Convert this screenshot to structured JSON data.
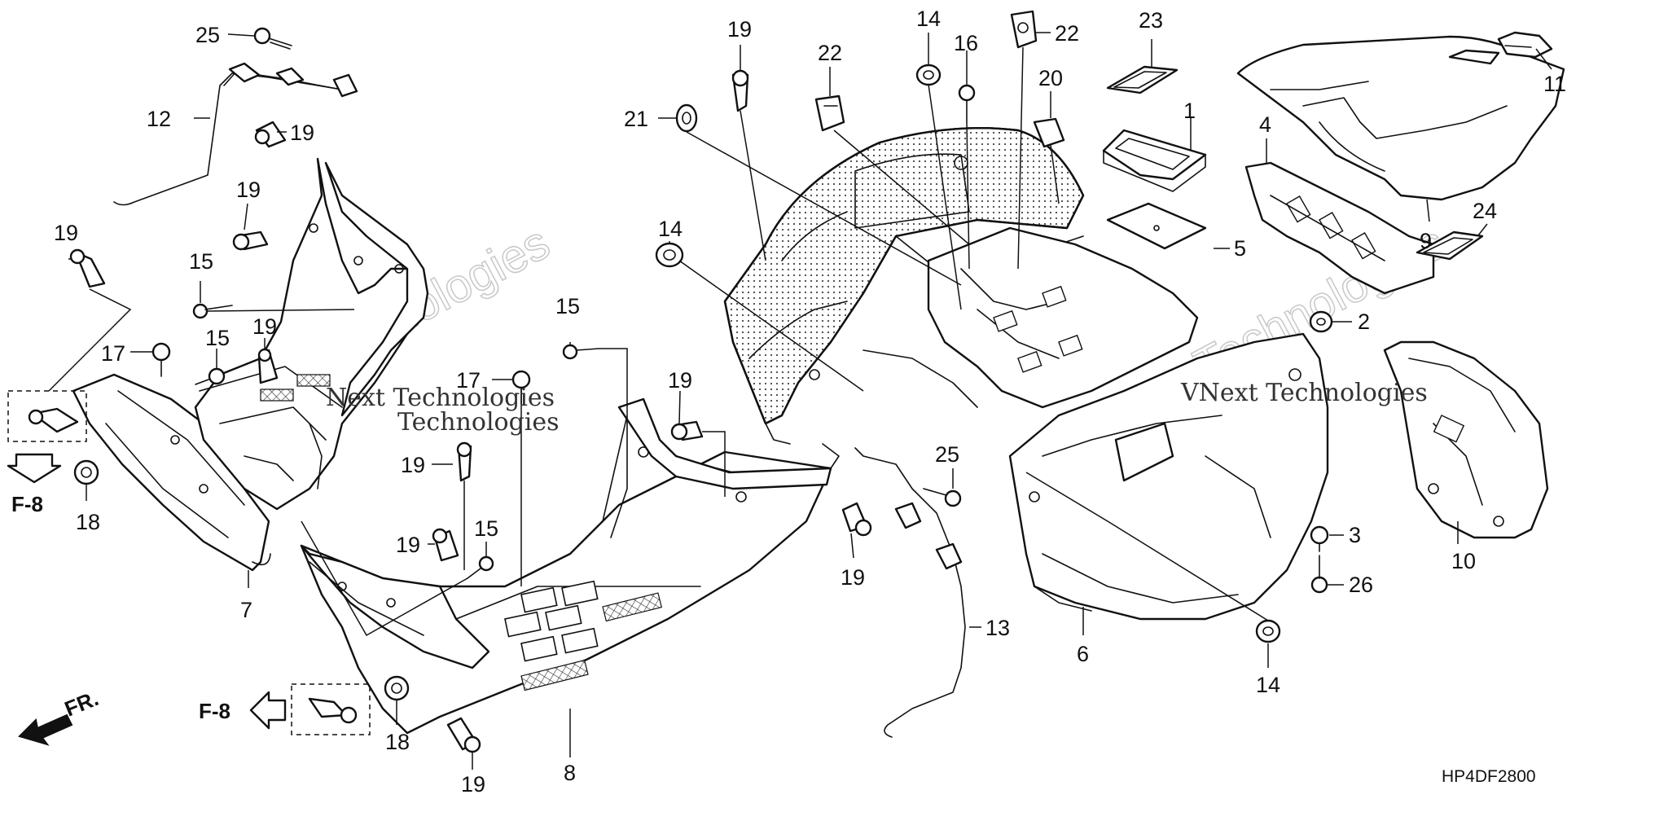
{
  "diagram_code": "HP4DF2800",
  "front_label": "FR.",
  "reference_left": "F-8",
  "reference_bottom": "F-8",
  "watermark_left": {
    "line1": "VNext",
    "line2": "Technologies",
    "overlay": "Next Technologies"
  },
  "watermark_right": {
    "line1": "VNext",
    "line2": "Technologies",
    "overlay": "VNext Technologies"
  },
  "callouts": {
    "c25a": "25",
    "c12": "12",
    "c19a": "19",
    "c19b": "19",
    "c19c": "19",
    "c15a": "15",
    "c17a": "17",
    "c15b": "15",
    "c19d": "19",
    "c18a": "18",
    "c7": "7",
    "c15c": "15",
    "c17b": "17",
    "c19e": "19",
    "c19f": "19",
    "c19g": "19",
    "c15d": "15",
    "c18b": "18",
    "c19h": "19",
    "c8": "8",
    "c19i": "19",
    "c21": "21",
    "c22a": "22",
    "c14a": "14",
    "c16": "16",
    "c22b": "22",
    "c20": "20",
    "c23": "23",
    "c1": "1",
    "c4": "4",
    "c5": "5",
    "c9": "9",
    "c11": "11",
    "c24": "24",
    "c2": "2",
    "c14b": "14",
    "c25b": "25",
    "c19j": "19",
    "c13": "13",
    "c6": "6",
    "c3": "3",
    "c26": "26",
    "c10": "10",
    "c14c": "14"
  }
}
